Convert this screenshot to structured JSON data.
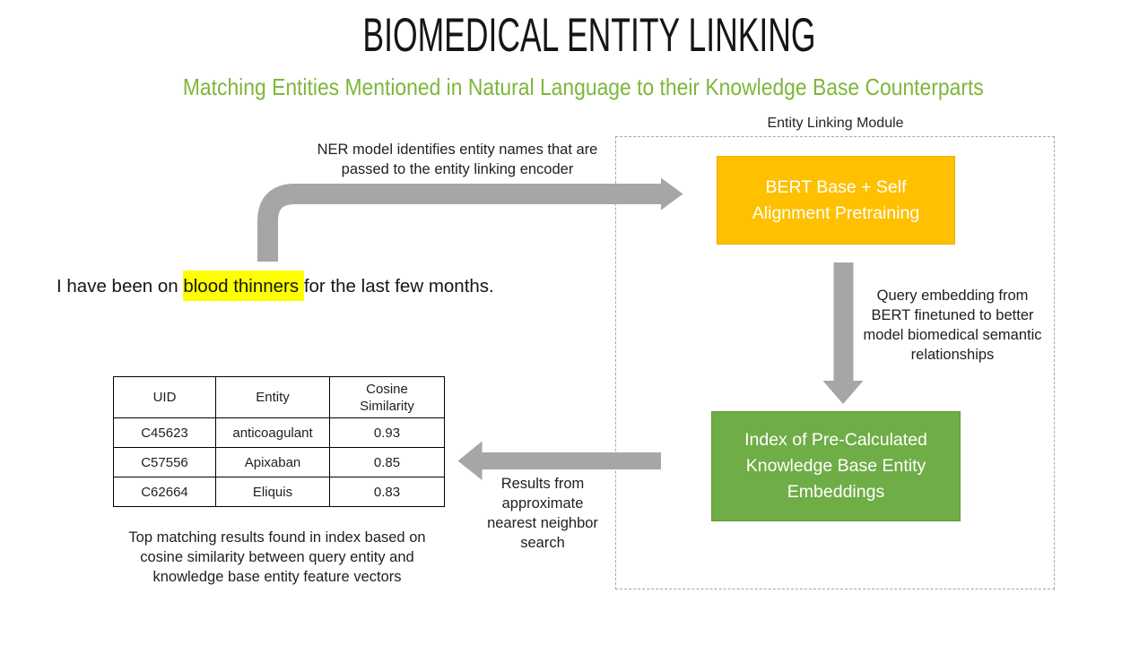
{
  "title": "BIOMEDICAL ENTITY LINKING",
  "subtitle": "Matching Entities Mentioned in Natural Language to their Knowledge Base Counterparts",
  "module": {
    "label": "Entity Linking Module",
    "bert_box": "BERT Base + Self\nAlignment Pretraining",
    "index_box": "Index of Pre-Calculated\nKnowledge Base Entity\nEmbeddings"
  },
  "annotations": {
    "ner": "NER model identifies entity names that are\npassed to the entity linking encoder",
    "query": "Query embedding from\nBERT finetuned to better\nmodel biomedical semantic\nrelationships",
    "results": "Results from\napproximate\nnearest neighbor\nsearch",
    "caption": "Top matching results found in index based on\ncosine similarity between query entity and\nknowledge base entity feature vectors"
  },
  "sentence": {
    "pre": "I have been on ",
    "highlight": "blood thinners ",
    "post": "for the last few months."
  },
  "table": {
    "headers": [
      "UID",
      "Entity",
      "Cosine\nSimilarity"
    ],
    "rows": [
      [
        "C45623",
        "anticoagulant",
        "0.93"
      ],
      [
        "C57556",
        "Apixaban",
        "0.85"
      ],
      [
        "C62664",
        "Eliquis",
        "0.83"
      ]
    ]
  },
  "colors": {
    "bert_fill": "#FFC000",
    "bert_border": "#ECAC00",
    "index_fill": "#6FAD46",
    "index_border": "#5F9C39",
    "subtitle_green": "#7EB63A",
    "arrow_gray": "#A6A6A6",
    "highlight_yellow": "#FFFF00"
  }
}
